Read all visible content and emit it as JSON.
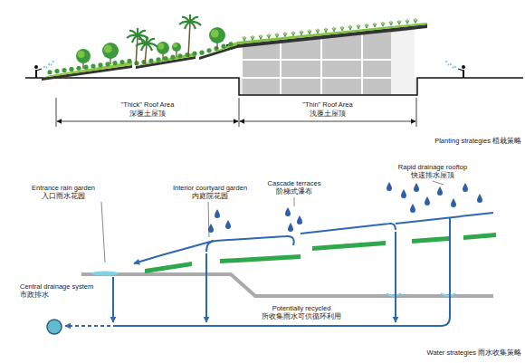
{
  "diagram": {
    "nodes": [
      {
        "text": [
          "Central drainage system",
          "市政排水"
        ]
      }
    ],
    "labels": [
      "\"Thick\" Roof Area",
      "深覆土屋顶",
      "\"Thin\" Roof Area",
      "浅覆土屋顶",
      "Planting strategies 植栽策略",
      "Entrance rain garden",
      "入口雨水花园",
      "Interior courtyard garden",
      "内庭院花园",
      "Cascade terraces",
      "阶梯式瀑布",
      "Rapid drainage rooftop",
      "快速排水屋顶",
      "Potentially recycled",
      "所收集雨水可供循环利用",
      "Water strategies 雨水收集策略"
    ]
  }
}
